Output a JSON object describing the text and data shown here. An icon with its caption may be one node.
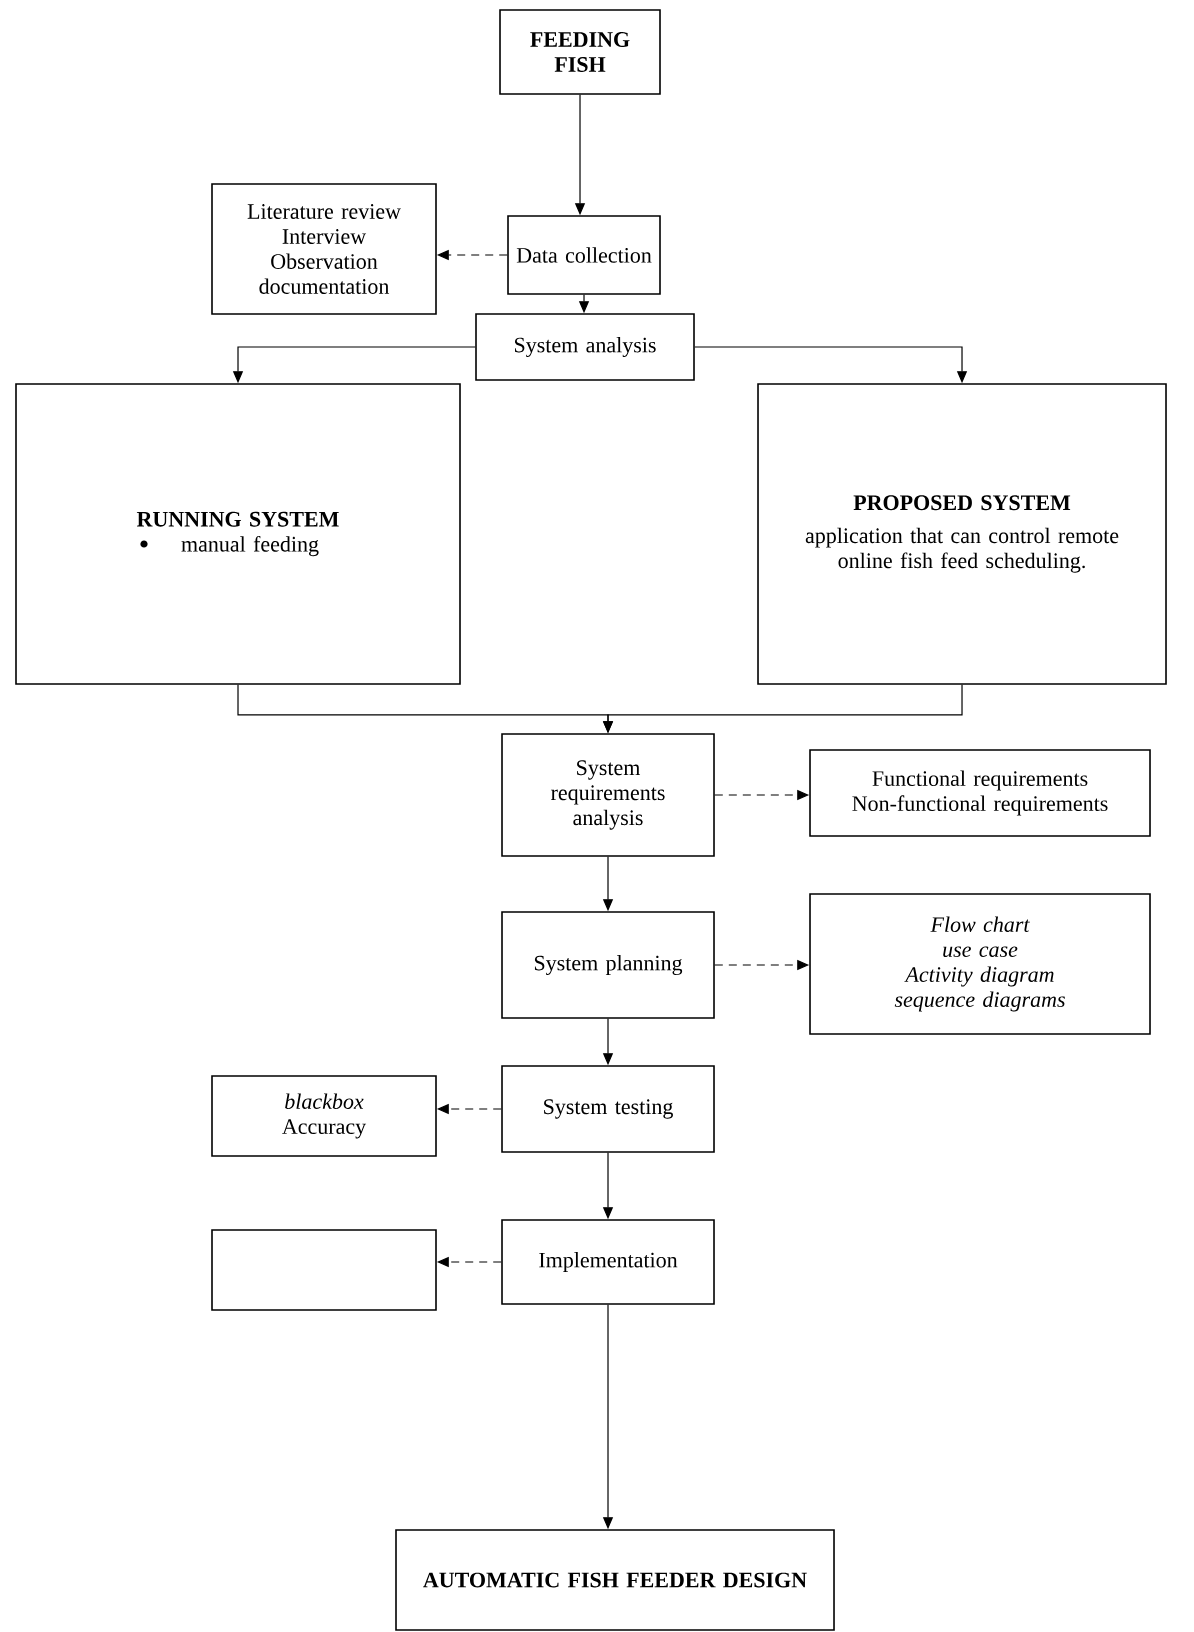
{
  "diagram": {
    "nodes": [
      {
        "text": [
          "FEEDING FISH"
        ]
      },
      {
        "text": [
          "Data collection"
        ]
      },
      {
        "text": [
          "Literature review",
          "Interview",
          "Observation",
          "documentation"
        ]
      },
      {
        "text": [
          "System analysis"
        ]
      },
      {
        "text": [
          "RUNNING SYSTEM",
          "manual feeding"
        ]
      },
      {
        "text": [
          "PROPOSED SYSTEM",
          "application that can control remote online fish feed scheduling."
        ]
      },
      {
        "text": [
          "System requirements analysis"
        ]
      },
      {
        "text": [
          "Functional requirements",
          "Non-functional requirements"
        ]
      },
      {
        "text": [
          "System planning"
        ]
      },
      {
        "text": [
          "Flow chart",
          "use case",
          "Activity diagram",
          "sequence diagrams"
        ]
      },
      {
        "text": [
          "System testing"
        ]
      },
      {
        "text": [
          "blackbox",
          "Accuracy"
        ]
      },
      {
        "text": [
          "Implementation"
        ]
      },
      {
        "text": [],
        "shape": "box"
      },
      {
        "text": [
          "AUTOMATIC FISH FEEDER DESIGN"
        ]
      }
    ],
    "edges": [
      {
        "from": 0,
        "to": 1,
        "arrow": "to"
      },
      {
        "from": 1,
        "to": 2,
        "arrow": "to",
        "style": "dashed"
      },
      {
        "from": 1,
        "to": 3,
        "arrow": "to"
      },
      {
        "from": 3,
        "to": 4,
        "arrow": "to"
      },
      {
        "from": 3,
        "to": 5,
        "arrow": "to"
      },
      {
        "from": 4,
        "to": 6,
        "arrow": "to"
      },
      {
        "from": 5,
        "to": 6,
        "arrow": "to"
      },
      {
        "from": 6,
        "to": 7,
        "arrow": "to",
        "style": "dashed"
      },
      {
        "from": 6,
        "to": 8,
        "arrow": "to"
      },
      {
        "from": 8,
        "to": 9,
        "arrow": "to",
        "style": "dashed"
      },
      {
        "from": 8,
        "to": 10,
        "arrow": "to"
      },
      {
        "from": 10,
        "to": 11,
        "arrow": "to",
        "style": "dashed"
      },
      {
        "from": 10,
        "to": 12,
        "arrow": "to"
      },
      {
        "from": 12,
        "to": 13,
        "arrow": "to",
        "style": "dashed"
      },
      {
        "from": 12,
        "to": 14,
        "arrow": "to"
      }
    ]
  }
}
